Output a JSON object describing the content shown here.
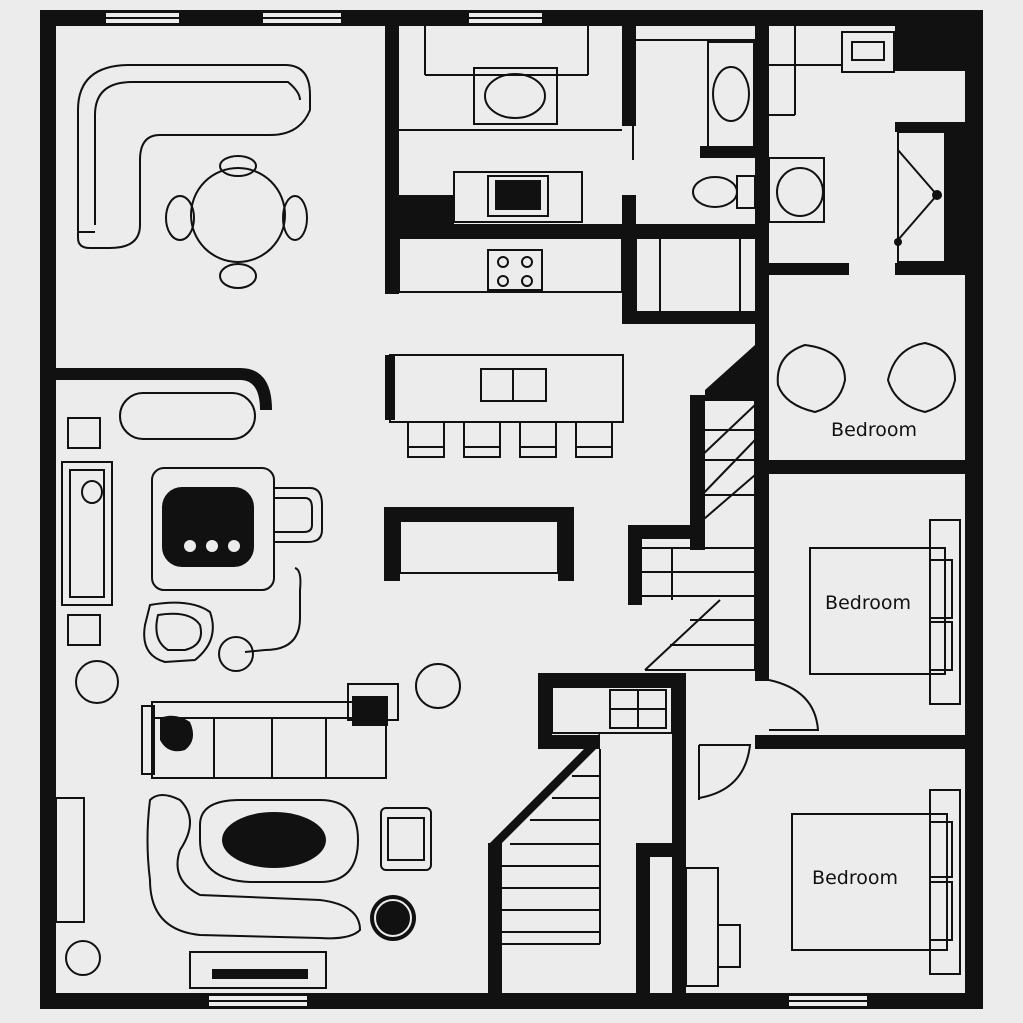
{
  "plan": {
    "rooms": [
      {
        "id": "bedroom-1",
        "label": "Bedroom"
      },
      {
        "id": "bedroom-2",
        "label": "Bedroom"
      },
      {
        "id": "bedroom-3",
        "label": "Bedroom"
      }
    ]
  },
  "colors": {
    "wall": "#111111",
    "background": "#ececec"
  }
}
